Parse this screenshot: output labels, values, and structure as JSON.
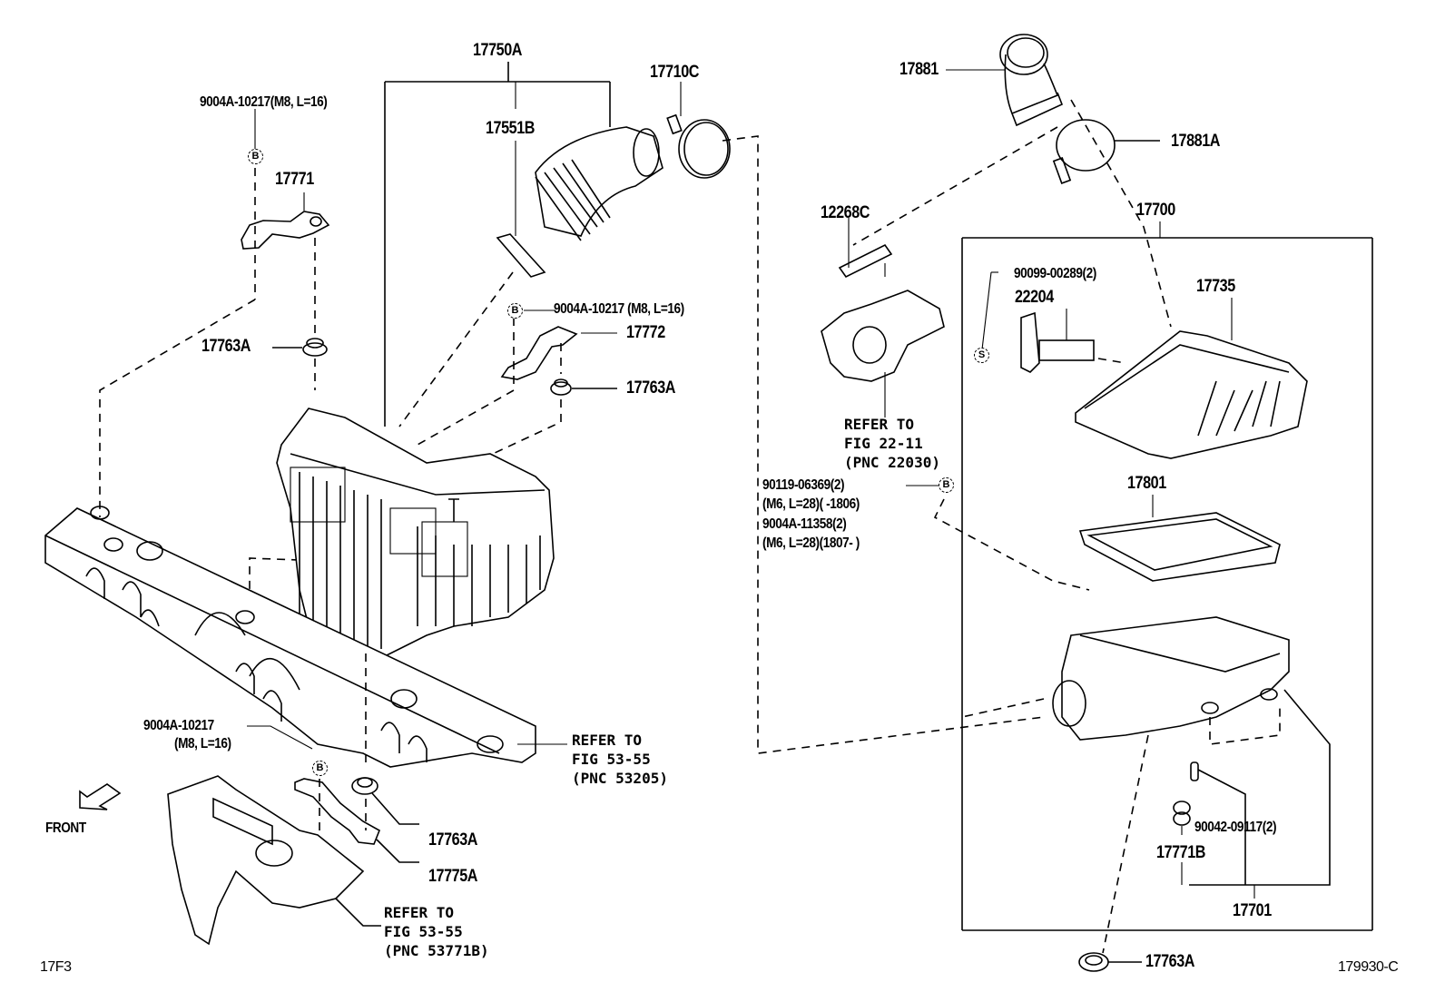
{
  "diagram": {
    "type": "parts-exploded-view",
    "subject": "Air cleaner assembly",
    "corner_code_left": "17F3",
    "corner_code_right": "179930-C",
    "front_label": "FRONT",
    "callouts": {
      "p17750A": "17750A",
      "p17710C": "17710C",
      "p17551B": "17551B",
      "bolt_top_left": "9004A-10217(M8, L=16)",
      "p17771": "17771",
      "p17763A_1": "17763A",
      "bolt_mid": "9004A-10217 (M8, L=16)",
      "p17772": "17772",
      "p17763A_2": "17763A",
      "bolt_bottom_line1": "9004A-10217",
      "bolt_bottom_line2": "(M8, L=16)",
      "p17763A_3": "17763A",
      "p17775A": "17775A",
      "ref_53205_l1": "REFER TO",
      "ref_53205_l2": "FIG 53-55",
      "ref_53205_l3": "(PNC 53205)",
      "ref_53771B_l1": "REFER TO",
      "ref_53771B_l2": "FIG 53-55",
      "ref_53771B_l3": "(PNC 53771B)",
      "p17881": "17881",
      "p17881A": "17881A",
      "p12268C": "12268C",
      "ref_22030_l1": "REFER TO",
      "ref_22030_l2": "FIG 22-11",
      "ref_22030_l3": "(PNC 22030)",
      "screw_a_l1": "90119-06369(2)",
      "screw_a_l2": "(M6, L=28)(        -1806)",
      "screw_b_l1": "9004A-11358(2)",
      "screw_b_l2": "(M6, L=28)(1807-        )",
      "p17700": "17700",
      "screw_s": "90099-00289(2)",
      "p22204": "22204",
      "p17735": "17735",
      "p17801": "17801",
      "p90042": "90042-09117(2)",
      "p17771B": "17771B",
      "p17701": "17701",
      "p17763A_4": "17763A"
    },
    "markers": {
      "bolt_marker": "B",
      "screw_marker": "S"
    }
  }
}
